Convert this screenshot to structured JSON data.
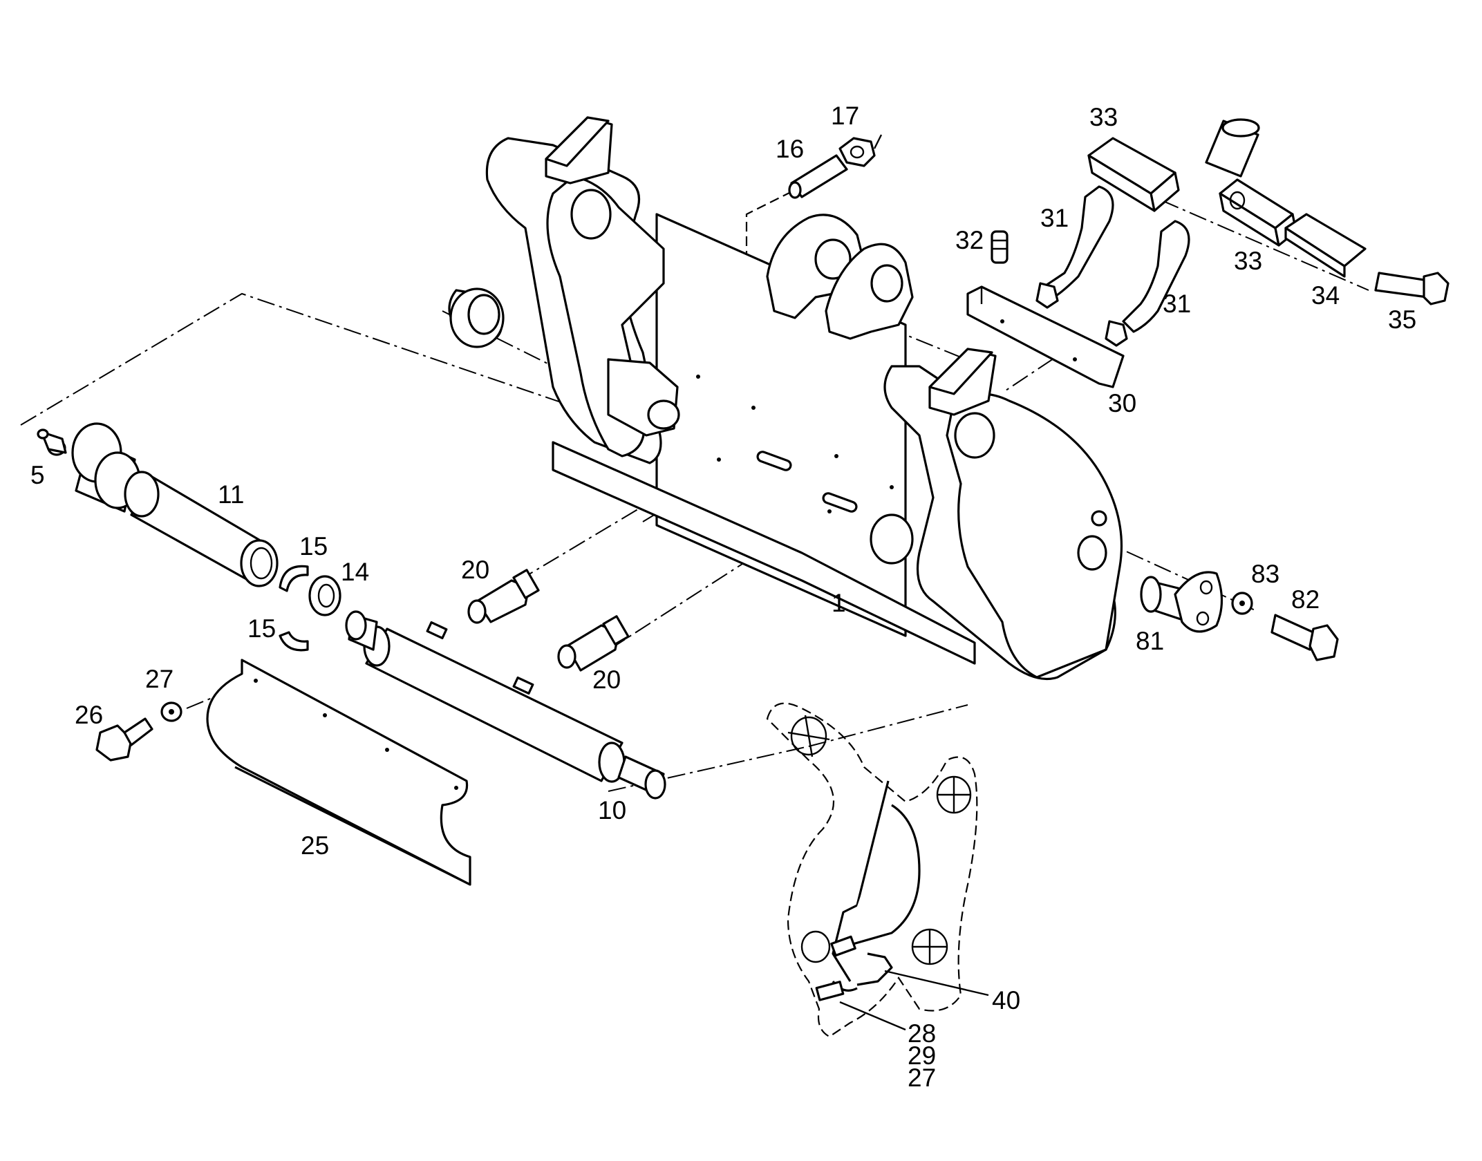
{
  "colors": {
    "background": "#ffffff",
    "ink": "#000000"
  },
  "callouts": [
    {
      "id": "1",
      "text": "1"
    },
    {
      "id": "5",
      "text": "5"
    },
    {
      "id": "10",
      "text": "10"
    },
    {
      "id": "11",
      "text": "11"
    },
    {
      "id": "14",
      "text": "14"
    },
    {
      "id": "15a",
      "text": "15"
    },
    {
      "id": "15b",
      "text": "15"
    },
    {
      "id": "16",
      "text": "16"
    },
    {
      "id": "17",
      "text": "17"
    },
    {
      "id": "20a",
      "text": "20"
    },
    {
      "id": "20b",
      "text": "20"
    },
    {
      "id": "25",
      "text": "25"
    },
    {
      "id": "26",
      "text": "26"
    },
    {
      "id": "27",
      "text": "27"
    },
    {
      "id": "30",
      "text": "30"
    },
    {
      "id": "31a",
      "text": "31"
    },
    {
      "id": "31b",
      "text": "31"
    },
    {
      "id": "32",
      "text": "32"
    },
    {
      "id": "33a",
      "text": "33"
    },
    {
      "id": "33b",
      "text": "33"
    },
    {
      "id": "34",
      "text": "34"
    },
    {
      "id": "35",
      "text": "35"
    },
    {
      "id": "40",
      "text": "40"
    },
    {
      "id": "28",
      "text": "28"
    },
    {
      "id": "29",
      "text": "29"
    },
    {
      "id": "27b",
      "text": "27"
    },
    {
      "id": "81",
      "text": "81"
    },
    {
      "id": "82",
      "text": "82"
    },
    {
      "id": "83",
      "text": "83"
    }
  ]
}
